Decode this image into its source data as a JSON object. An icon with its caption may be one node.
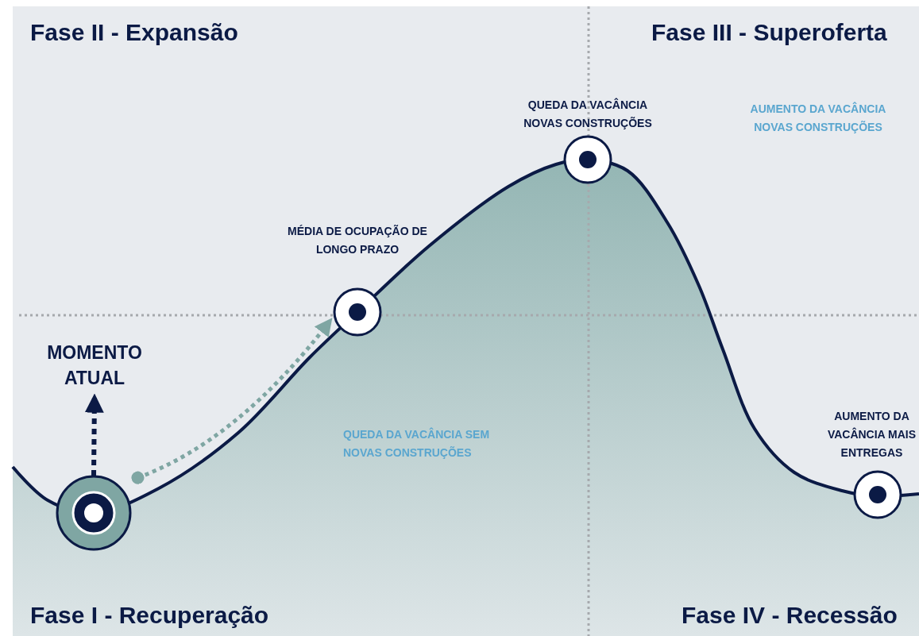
{
  "diagram": {
    "nodes": [
      {
        "text": [
          "MOMENTO ATUAL"
        ]
      },
      {
        "text": [],
        "shape": "circle"
      },
      {
        "text": [],
        "shape": "circle",
        "beside": [
          "MÉDIA DE OCUPAÇÃO DE LONGO PRAZO"
        ]
      },
      {
        "text": [],
        "shape": "circle",
        "beside": [
          "QUEDA DA VACÂNCIA NOVAS CONSTRUÇÕES"
        ]
      },
      {
        "text": [],
        "shape": "circle",
        "beside": [
          "AUMENTO DA VACÂNCIA MAIS ENTREGAS"
        ]
      }
    ],
    "edges": [
      {
        "from": 1,
        "to": 0,
        "arrow": "to",
        "style": "dashed"
      },
      {
        "from": 1,
        "to": 2,
        "arrow": "to",
        "style": "dashed",
        "color": "#7fa6a3"
      }
    ],
    "labels": [
      "Fase II - Expansão",
      "Fase III - Superoferta",
      "AUMENTO DA VACÂNCIA NOVAS CONSTRUÇÕES",
      "QUEDA DA VACÂNCIA SEM NOVAS CONSTRUÇÕES",
      "Fase I - Recuperação",
      "Fase IV - Recessão"
    ]
  }
}
